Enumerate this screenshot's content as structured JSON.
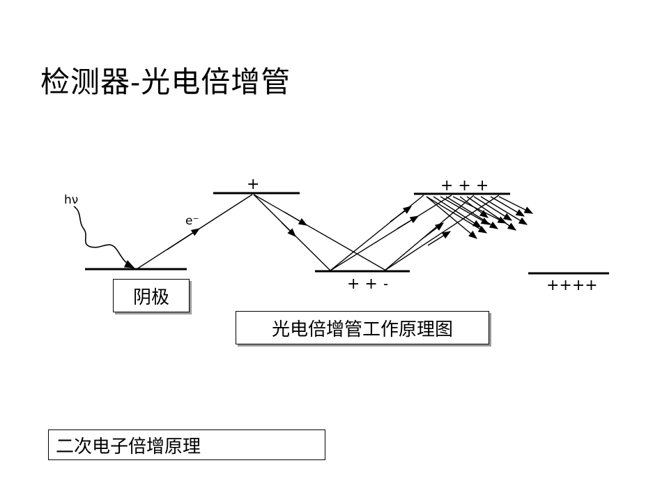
{
  "slide": {
    "title": "检测器-光电倍增管"
  },
  "diagram": {
    "photon_label": "hν",
    "electron_label": "e⁻",
    "dynode_charges": [
      "+",
      "+ +",
      "+ + +",
      "++++"
    ],
    "anode_minus": "-",
    "cathode_label": "阴极",
    "caption": "光电倍增管工作原理图"
  },
  "footer": {
    "principle_label": "二次电子倍增原理"
  }
}
